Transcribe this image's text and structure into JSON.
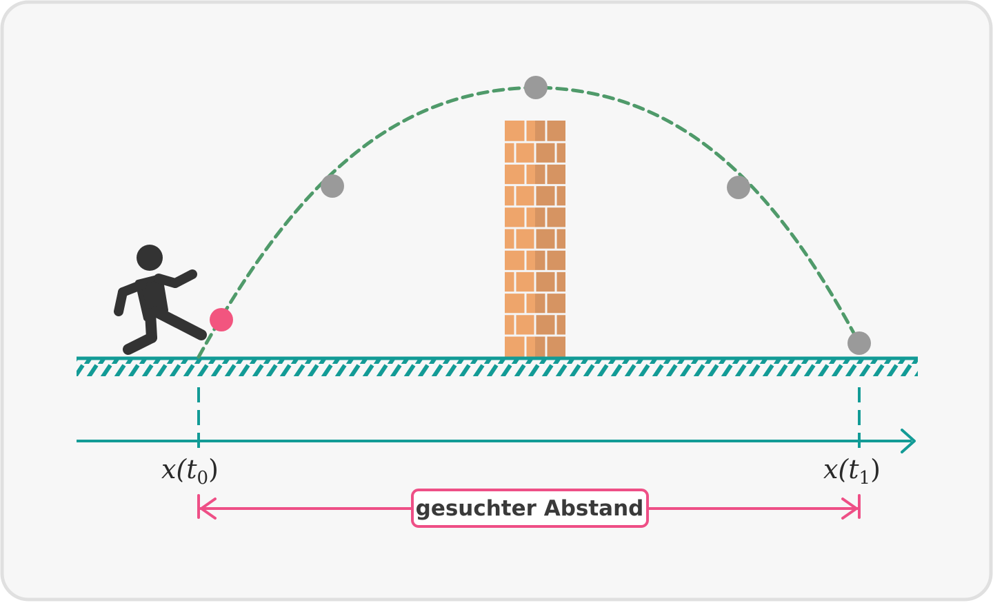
{
  "colors": {
    "frame_border": "#e0e0e0",
    "background": "#f7f7f7",
    "ground": "#139b96",
    "axis": "#139b96",
    "trajectory": "#4f9a6a",
    "ball_start": "#f2557f",
    "ball_path": "#9a9a9a",
    "person": "#333333",
    "brick_light": "#eea56b",
    "brick_dark": "#d69462",
    "mortar": "#f4f4f4",
    "distance": "#ee4f86"
  },
  "labels": {
    "x_t0_var": "x(t",
    "x_t0_sub": "0",
    "x_t0_close": ")",
    "x_t1_var": "x(t",
    "x_t1_sub": "1",
    "x_t1_close": ")",
    "distance": "gesuchter Abstand"
  },
  "icons": {
    "person": "person-kicking-icon",
    "wall": "brick-wall-icon"
  }
}
